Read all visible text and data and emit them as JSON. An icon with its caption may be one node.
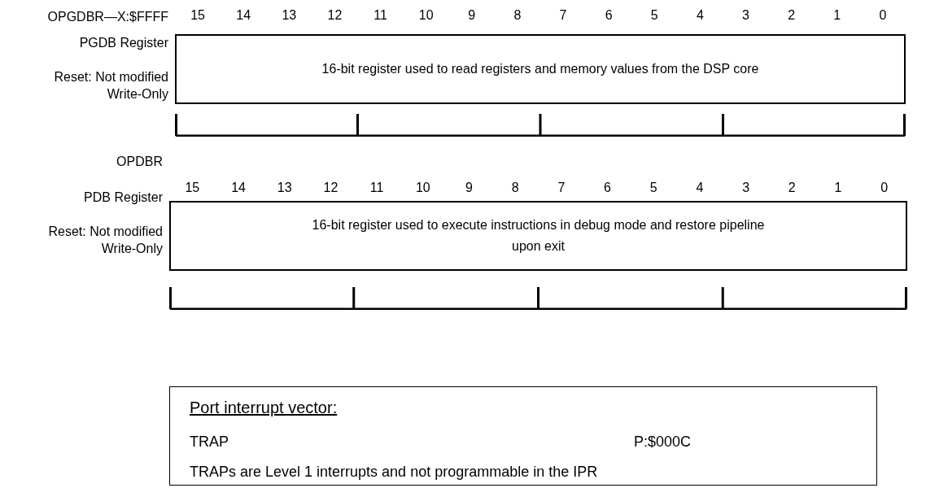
{
  "diagram": {
    "nodes": [
      {
        "text": [
          "16-bit register used to read registers and memory values from the DSP core"
        ]
      },
      {
        "text": [
          "16-bit register used to execute instructions in debug mode and restore pipeline upon exit"
        ]
      },
      {
        "text": [
          "Port interrupt vector:",
          "TRAP",
          "P:$000C",
          "TRAPs are Level 1 interrupts and not programmable in the IPR"
        ]
      }
    ],
    "labels": [
      "OPGDBR—X:$FFFF",
      "PGDB Register",
      "Reset: Not modified",
      "Write-Only",
      "15",
      "14",
      "13",
      "12",
      "11",
      "10",
      "9",
      "8",
      "7",
      "6",
      "5",
      "4",
      "3",
      "2",
      "1",
      "0",
      "OPDBR",
      "PDB Register",
      "Reset: Not modified",
      "Write-Only",
      "15",
      "14",
      "13",
      "12",
      "11",
      "10",
      "9",
      "8",
      "7",
      "6",
      "5",
      "4",
      "3",
      "2",
      "1",
      "0"
    ]
  }
}
